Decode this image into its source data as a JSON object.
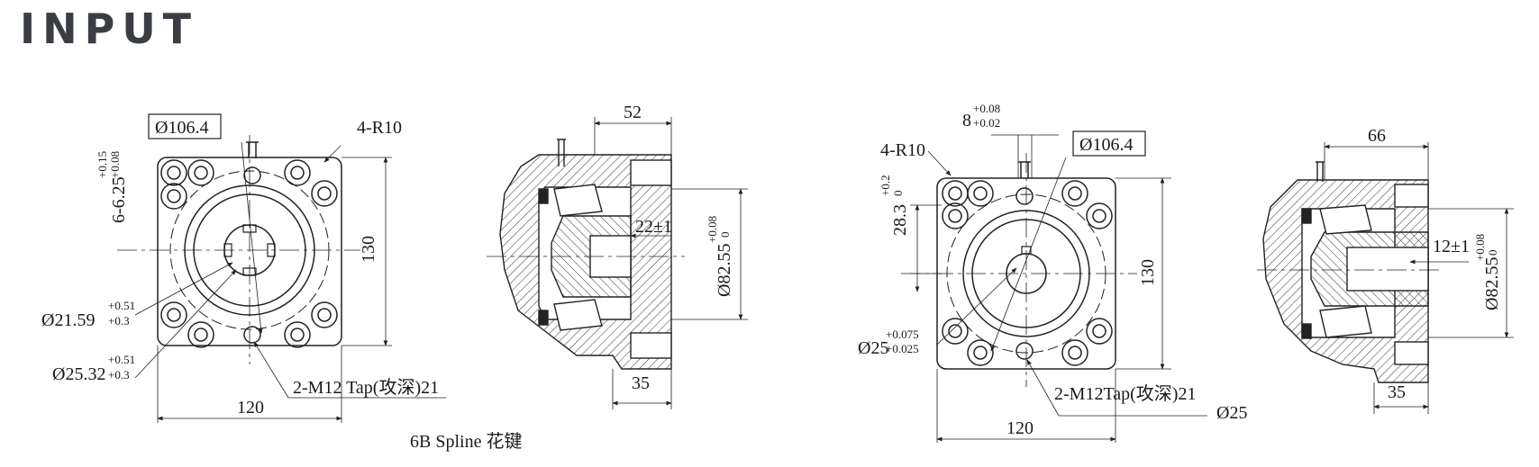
{
  "title": "INPUT",
  "left": {
    "front": {
      "d_flange": "Ø106.4",
      "corner": "4-R10",
      "spline_w": "6-6.25",
      "spline_w_tol_up": "+0.15",
      "spline_w_tol_dn": "+0.08",
      "height": "130",
      "d_minor": "Ø21.59",
      "d_minor_tol_up": "+0.51",
      "d_minor_tol_dn": "+0.3",
      "d_major": "Ø25.32",
      "d_major_tol_up": "+0.51",
      "d_major_tol_dn": "+0.3",
      "tap": "2-M12 Tap(攻深)21",
      "width": "120",
      "caption": "6B Spline 花键"
    },
    "section": {
      "top_dim": "52",
      "depth": "22±1",
      "bore": "Ø82.55",
      "bore_tol_up": "+0.08",
      "bore_tol_dn": "0",
      "bottom_dim": "35"
    }
  },
  "right": {
    "front": {
      "key_w": "8",
      "key_w_tol_up": "+0.08",
      "key_w_tol_dn": "+0.02",
      "d_flange": "Ø106.4",
      "corner": "4-R10",
      "key_h": "28.3",
      "key_h_tol_up": "+0.2",
      "key_h_tol_dn": "0",
      "height": "130",
      "d_bore": "Ø25",
      "d_bore_tol_up": "+0.075",
      "d_bore_tol_dn": "+0.025",
      "tap": "2-M12Tap(攻深)21",
      "width": "120",
      "caption": "Ø25"
    },
    "section": {
      "top_dim": "66",
      "depth": "12±1",
      "bore": "Ø82.55",
      "bore_tol_up": "+0.08",
      "bore_tol_dn": "0",
      "bottom_dim": "35"
    }
  }
}
